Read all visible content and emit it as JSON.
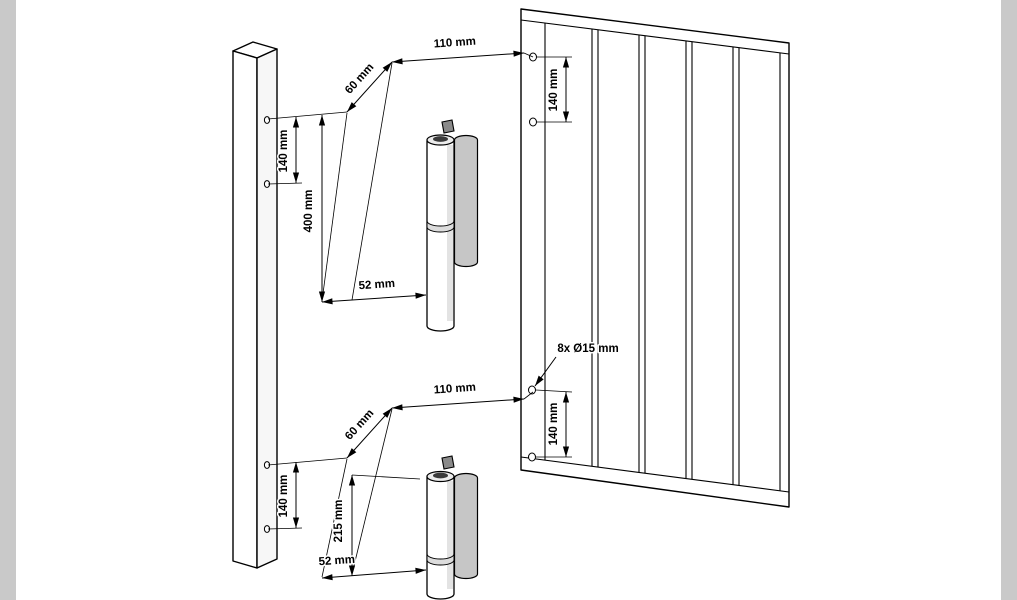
{
  "diagram": {
    "type": "technical-installation-drawing",
    "subject": "gate-hinge-mounting-dimensions",
    "colors": {
      "line": "#000000",
      "background": "#ffffff",
      "margin_bars": "#c9c9c9",
      "metal_light": "#ececec",
      "metal_mid": "#c6c6c6",
      "metal_dark": "#3a3a3a"
    },
    "labels": {
      "top": {
        "dim_110": "110 mm",
        "dim_60": "60 mm",
        "dim_140_post": "140 mm",
        "dim_400": "400 mm",
        "dim_52": "52 mm",
        "dim_140_gate": "140 mm"
      },
      "holes_note": "8x Ø15 mm",
      "bottom": {
        "dim_110": "110 mm",
        "dim_60": "60 mm",
        "dim_140_post": "140 mm",
        "dim_215": "215 mm",
        "dim_52": "52 mm",
        "dim_140_gate": "140 mm"
      }
    }
  }
}
